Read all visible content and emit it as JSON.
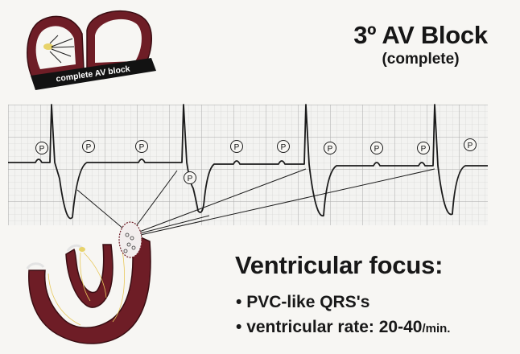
{
  "title": {
    "main": "3º AV Block",
    "sub": "(complete)"
  },
  "top_diagram": {
    "label": "complete AV block"
  },
  "ecg": {
    "p_wave_label": "P"
  },
  "focus": {
    "heading": "Ventricular focus:",
    "bullets": [
      {
        "prefix": "• ",
        "text": "PVC-like QRS's",
        "unit": ""
      },
      {
        "prefix": "• ",
        "text": "ventricular rate: 20-40",
        "unit": "/min."
      }
    ]
  },
  "colors": {
    "heart_fill": "#6e1d26",
    "grid_minor": "#cfcfcf",
    "grid_major": "#a9a9a9",
    "trace": "#1b1b1b",
    "background": "#f7f6f3"
  }
}
